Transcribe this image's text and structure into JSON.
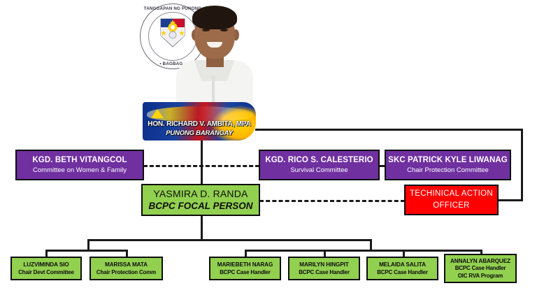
{
  "header": {
    "seal": {
      "text_top": "TANGGAPAN NG PUNONG",
      "text_bottom": "• BAGBAG •"
    },
    "banner": {
      "name": "HON. RICHARD V. AMBITA, MPA",
      "role": "PUNONG BARANGAY"
    }
  },
  "colors": {
    "purple": "#7030A0",
    "green": "#92D050",
    "red": "#FF0000",
    "line": "#1A1A1A",
    "white": "#FFFFFF"
  },
  "committees": [
    {
      "name": "KGD. BETH VITANGCOL",
      "role": "Committee on Women & Family"
    },
    {
      "name": "KGD. RICO S. CALESTERIO",
      "role": "Survival Committee"
    },
    {
      "name": "SKC PATRICK KYLE LIWANAG",
      "role": "Chair Protection Committee"
    }
  ],
  "focal_person": {
    "name": "YASMIRA D. RANDA",
    "role": "BCPC FOCAL PERSON"
  },
  "technical_officer": {
    "line1": "TECHINICAL ACTION",
    "line2": "OFFICER"
  },
  "members": [
    {
      "name": "LUZVIMINDA SIO",
      "role": "Chair Devt Committee",
      "role2": ""
    },
    {
      "name": "MARISSA MATA",
      "role": "Chair Protection Comm",
      "role2": ""
    },
    {
      "name": "MARIEBETH NARAG",
      "role": "BCPC Case Handler",
      "role2": ""
    },
    {
      "name": "MARILYN HINGPIT",
      "role": "BCPC Case Handler",
      "role2": ""
    },
    {
      "name": "MELAIDA SALITA",
      "role": "BCPC Case Handler",
      "role2": ""
    },
    {
      "name": "ANNALYN ABARQUEZ",
      "role": "BCPC Case Handler",
      "role2": "OIC RVA Program"
    }
  ]
}
